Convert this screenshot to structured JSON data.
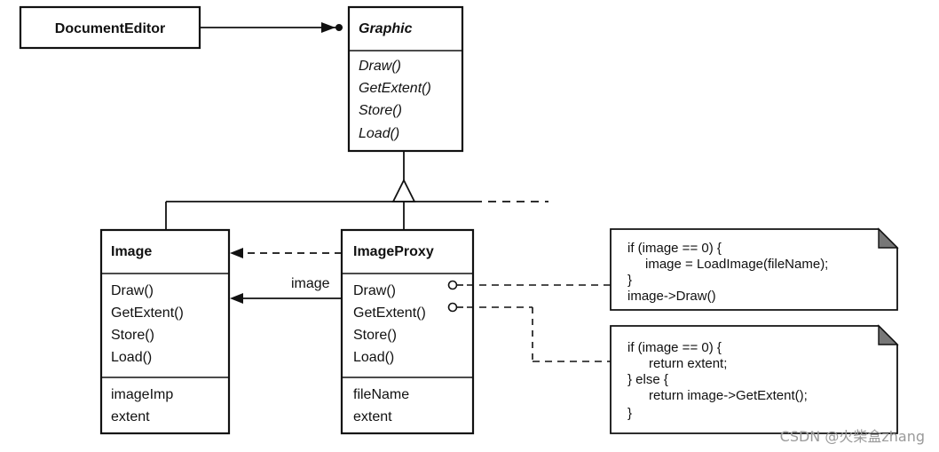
{
  "document_editor": {
    "name": "DocumentEditor"
  },
  "graphic": {
    "name": "Graphic",
    "operations": [
      "Draw()",
      "GetExtent()",
      "Store()",
      "Load()"
    ]
  },
  "image": {
    "name": "Image",
    "operations": [
      "Draw()",
      "GetExtent()",
      "Store()",
      "Load()"
    ],
    "attributes": [
      "imageImp",
      "extent"
    ]
  },
  "image_proxy": {
    "name": "ImageProxy",
    "operations": [
      "Draw()",
      "GetExtent()",
      "Store()",
      "Load()"
    ],
    "attributes": [
      "fileName",
      "extent"
    ]
  },
  "association_label": "image",
  "note_draw": {
    "lines": [
      "if (image == 0) {",
      "image = LoadImage(fileName);",
      "}",
      "image->Draw()"
    ]
  },
  "note_extent": {
    "lines": [
      "if (image == 0) {",
      "return extent;",
      "} else {",
      "return image->GetExtent();",
      "}"
    ]
  },
  "watermark": "CSDN @火柴盒zhang"
}
